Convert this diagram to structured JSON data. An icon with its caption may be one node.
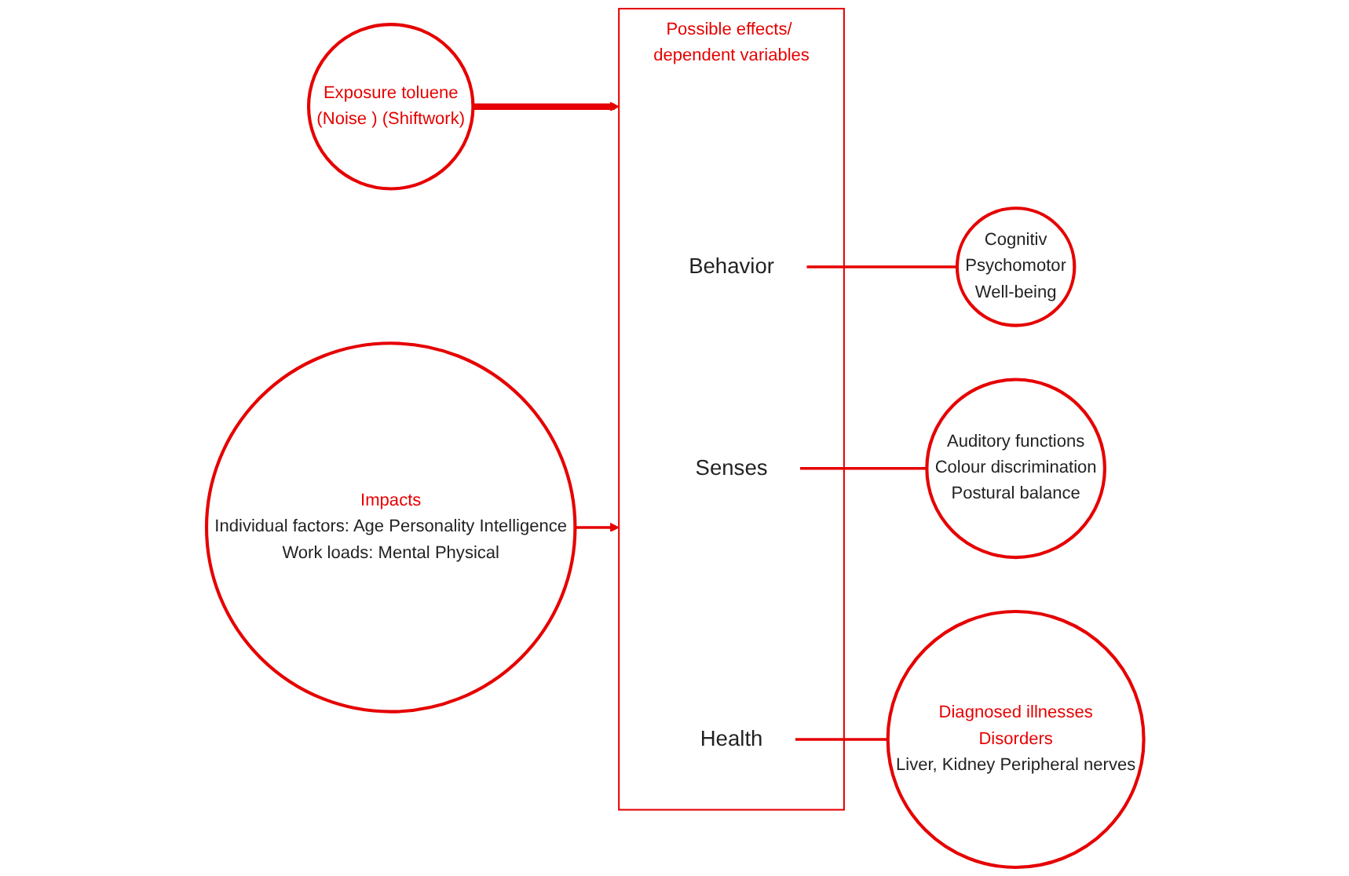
{
  "diagram": {
    "nodes": [
      {
        "text": [
          "Exposure toluene",
          "(Noise ) (Shiftwork)"
        ]
      },
      {
        "text": [
          "Possible effects/ dependent variables"
        ]
      },
      {
        "text": [
          "Behavior"
        ],
        "in": 1
      },
      {
        "text": [
          "Senses"
        ],
        "in": 1
      },
      {
        "text": [
          "Health"
        ],
        "in": 1
      },
      {
        "text": [
          "Impacts",
          "Individual factors: Age Personality Intelligence",
          "Work loads: Mental Physical"
        ]
      },
      {
        "text": [
          "Cognitiv",
          "Psychomotor",
          "Well-being"
        ]
      },
      {
        "text": [
          "Auditory functions",
          "Colour discrimination",
          "Postural balance"
        ]
      },
      {
        "text": [
          "Diagnosed illnesses",
          "Disorders",
          "Liver, Kidney Peripheral nerves"
        ]
      }
    ],
    "edges": [
      {
        "from": 0,
        "to": 1,
        "arrow": "to",
        "style": "thick"
      },
      {
        "from": 5,
        "to": 1,
        "arrow": "to"
      },
      {
        "from": 2,
        "to": 6,
        "arrow": "none"
      },
      {
        "from": 3,
        "to": 7,
        "arrow": "none"
      },
      {
        "from": 4,
        "to": 8,
        "arrow": "none"
      }
    ]
  }
}
